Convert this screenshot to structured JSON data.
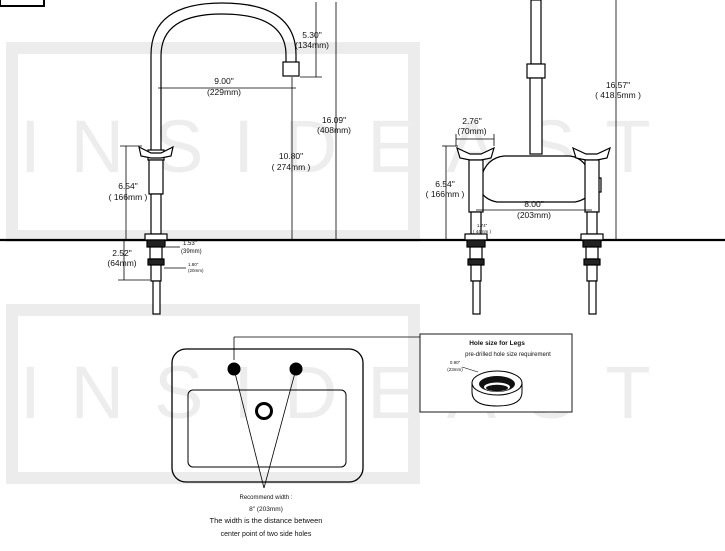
{
  "watermark": {
    "text": "INSIDEAST"
  },
  "side_view": {
    "reach": {
      "in": "9.00\"",
      "mm": "(229mm)"
    },
    "spout_drop": {
      "in": "5.30\"",
      "mm": "(134mm)"
    },
    "spout_height": {
      "in": "10.80\"",
      "mm": "( 274mm )"
    },
    "total_height": {
      "in": "16.09\"",
      "mm": "(408mm)"
    },
    "handle_height": {
      "in": "6.54\"",
      "mm": "( 166mm )"
    },
    "shank_length": {
      "in": "2.52\"",
      "mm": "(64mm)"
    },
    "shank_top": {
      "in": "1.53\"",
      "mm": "(39mm)"
    },
    "shank_dia": {
      "in": "1.80\"",
      "mm": "(20mm)"
    }
  },
  "front_view": {
    "total_height": {
      "in": "16.57\"",
      "mm": "( 418.5mm )"
    },
    "handle_width": {
      "in": "2.76\"",
      "mm": "(70mm)"
    },
    "handle_height": {
      "in": "6.54\"",
      "mm": "( 166mm )"
    },
    "centers": {
      "in": "8.00\"",
      "mm": "(203mm)"
    },
    "leg_dia": {
      "in": "1.74\"",
      "mm": "( 44mm )"
    }
  },
  "hole_box": {
    "title": "Hole size for Legs",
    "subtitle": "pre-drilled hole size requirement",
    "dia_in": "0.90\"",
    "dia_mm": "(23mm)"
  },
  "sink_note": {
    "line1": "Recommend width :",
    "line2": "8\" (203mm)",
    "line3": "The width is the distance between",
    "line4": "center point of two side holes"
  }
}
